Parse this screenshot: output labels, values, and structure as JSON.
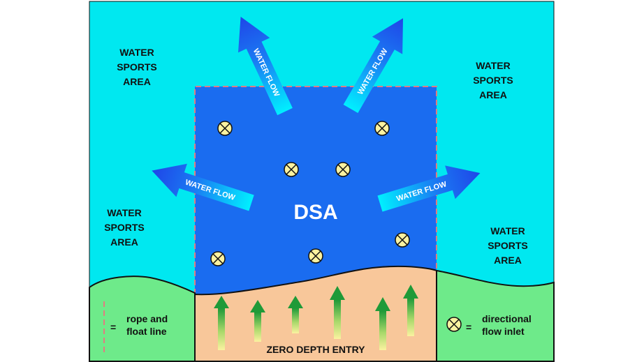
{
  "zone": {
    "title": "DSA",
    "entry_label": "ZERO DEPTH ENTRY"
  },
  "areas": [
    {
      "line1": "WATER",
      "line2": "SPORTS",
      "line3": "AREA"
    },
    {
      "line1": "WATER",
      "line2": "SPORTS",
      "line3": "AREA"
    },
    {
      "line1": "WATER",
      "line2": "SPORTS",
      "line3": "AREA"
    },
    {
      "line1": "WATER",
      "line2": "SPORTS",
      "line3": "AREA"
    }
  ],
  "flow_arrows": [
    {
      "label": "WATER FLOW"
    },
    {
      "label": "WATER FLOW"
    },
    {
      "label": "WATER FLOW"
    },
    {
      "label": "WATER FLOW"
    }
  ],
  "legend": {
    "rope": {
      "symbol": "=",
      "line1": "rope and",
      "line2": "float line"
    },
    "inlet": {
      "symbol": "=",
      "line1": "directional",
      "line2": "flow inlet"
    }
  },
  "colors": {
    "sky_water": "#00e8f0",
    "dsa_water": "#1a6cf0",
    "beach": "#f8c79a",
    "grass": "#6eea8a",
    "rope": "#e07d82",
    "inlet_fill": "#fbf2a0",
    "flow_arrow": "#1f5cf2"
  },
  "icons": {
    "inlet": "circle-x-icon",
    "flow": "arrow-icon",
    "rope": "dashed-line-icon",
    "entry": "up-arrow-icon"
  }
}
